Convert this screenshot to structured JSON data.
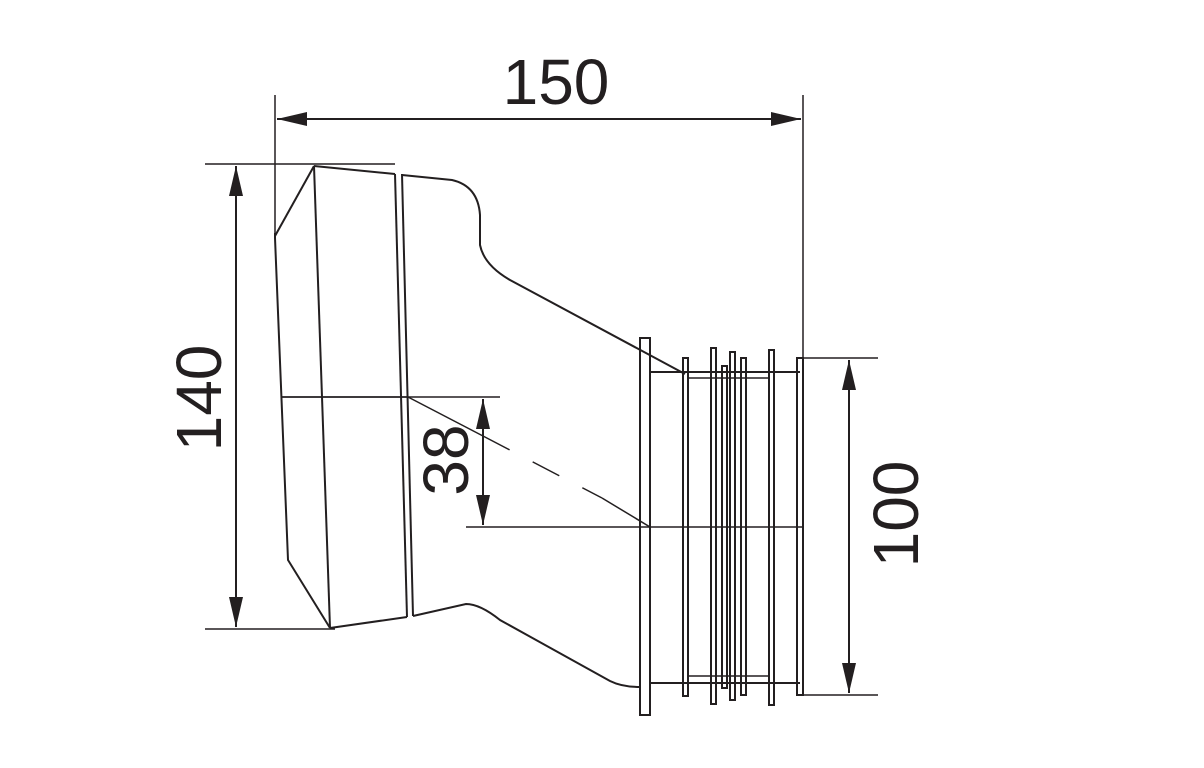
{
  "dimensions": {
    "overall_length": "150",
    "inlet_height": "140",
    "offset": "38",
    "outlet_diameter": "100"
  },
  "colors": {
    "ink": "#231f20",
    "background": "#ffffff"
  }
}
